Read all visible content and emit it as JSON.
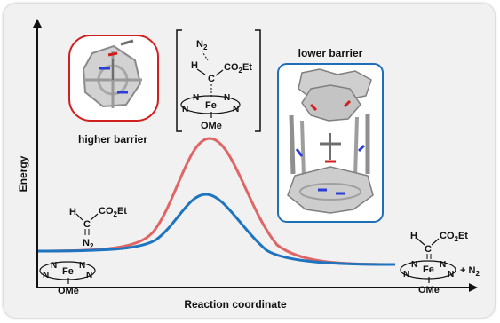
{
  "axes": {
    "y_label": "Energy",
    "x_label": "Reaction coordinate"
  },
  "callouts": {
    "higher_barrier": {
      "text": "higher barrier",
      "color": "#d11f1f"
    },
    "lower_barrier": {
      "text": "lower barrier",
      "color": "#1d6fb8"
    }
  },
  "curves": {
    "higher_color": "#e06565",
    "lower_color": "#1f74c0"
  },
  "molecule_labels": {
    "methoxy": "OMe",
    "iron": "Fe",
    "nitrogen": "N",
    "dinitrogen": "N",
    "dinitrogen_sub": "2",
    "hydrogen": "H",
    "carbon": "C",
    "ester_prefix": "CO",
    "ester_sub": "2",
    "ester_suffix": "Et",
    "plus_n2": "+ N",
    "plus_n2_sub": "2"
  }
}
